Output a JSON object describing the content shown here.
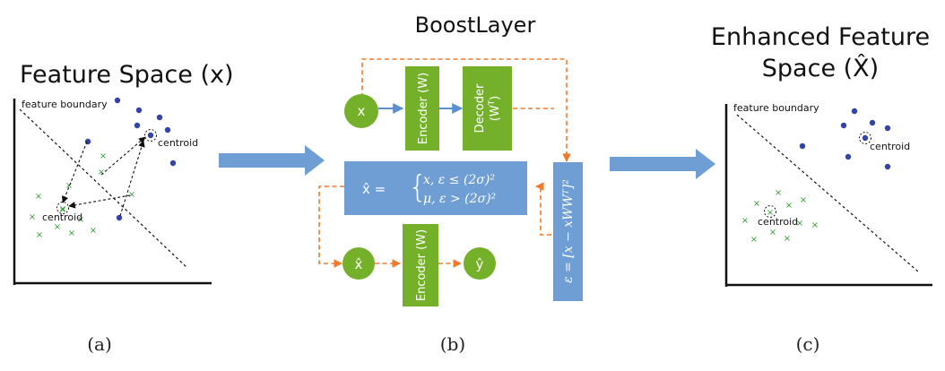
{
  "colors": {
    "green": "#74b02a",
    "blue_box": "#6e9ed4",
    "blue_arrow": "#5b8fd0",
    "orange": "#f07a2a",
    "dot": "#3343a6",
    "cross": "#2e9e2e"
  },
  "panel_a": {
    "title": "Feature Space (x)",
    "boundary_label": "feature boundary",
    "centroid_top": "centroid",
    "centroid_bottom": "centroid",
    "caption": "(a)"
  },
  "panel_b": {
    "title": "BoostLayer",
    "x_label": "x",
    "encoder_top": "Encoder (W)",
    "decoder_top_main": "Decoder",
    "decoder_top_sup": "T",
    "decoder_top_open": "(W",
    "decoder_top_close": ")",
    "formula_lhs": "x̂ =",
    "formula_case1": "x, ε ≤ (2σ)²",
    "formula_case2": "μ, ε > (2σ)²",
    "error_formula": "ε = [x − xWWᵀ]²",
    "xhat_label": "x̂",
    "encoder_bottom": "Encoder (W)",
    "yhat_label": "ŷ",
    "caption": "(b)"
  },
  "panel_c": {
    "title_line1": "Enhanced Feature",
    "title_line2": "Space (X̂)",
    "boundary_label": "feature boundary",
    "centroid_top": "centroid",
    "centroid_bottom": "centroid",
    "caption": "(c)"
  }
}
